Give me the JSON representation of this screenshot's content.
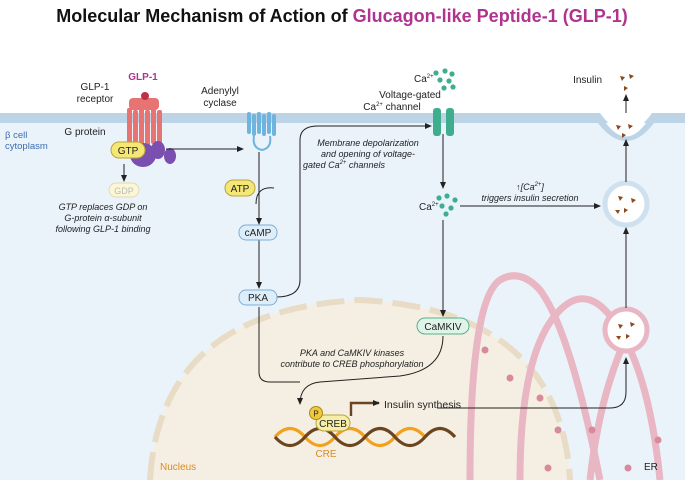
{
  "title": {
    "prefix": "Molecular Mechanism of Action of ",
    "highlight": "Glucagon-like Peptide-1 (GLP-1)"
  },
  "colors": {
    "title_highlight": "#b0348f",
    "cytoplasm": "#eaf3fa",
    "membrane": "#bdd4e6",
    "nucleus": "#f5efe3",
    "er": "#e9b7c3",
    "calcium": "#3fae8f",
    "gtp": "#f5e776",
    "receptor": "#e77373",
    "gprotein": "#7a4fb0",
    "adenylyl": "#6fb4df",
    "dna_a": "#f2a11f",
    "dna_b": "#6b4520"
  },
  "labels": {
    "glp1": "GLP-1",
    "glp1_receptor": [
      "GLP-1",
      "receptor"
    ],
    "g_protein": "G protein",
    "beta_cell": [
      "β cell",
      "cytoplasm"
    ],
    "adenylyl_cyclase": [
      "Adenylyl",
      "cyclase"
    ],
    "ca_top": "Ca",
    "ca_mid": "Ca",
    "ca_sup": "2+",
    "vg_channel": [
      "Voltage-gated",
      "Ca",
      "2+",
      " channel"
    ],
    "insulin": "Insulin",
    "nucleus": "Nucleus",
    "er": "ER",
    "cre": "CRE",
    "insulin_synthesis": "Insulin synthesis",
    "p": "P"
  },
  "nodes": {
    "gtp": "GTP",
    "gdp": "GDP",
    "atp": "ATP",
    "camp": "cAMP",
    "pka": "PKA",
    "camkiv": "CaMKIV",
    "creb": "CREB"
  },
  "annotations": {
    "gtp_note": [
      "GTP replaces GDP on",
      "G-protein α-subunit",
      "following GLP-1 binding"
    ],
    "depolarization": [
      "Membrane depolarization",
      "and opening of voltage-",
      "gated Ca",
      "2+",
      " channels"
    ],
    "ca_trigger": [
      "↑[Ca",
      "2+",
      "]",
      "triggers insulin secretion"
    ],
    "creb_note": [
      "PKA and CaMKIV kinases",
      "contribute to CREB phosphorylation"
    ]
  }
}
